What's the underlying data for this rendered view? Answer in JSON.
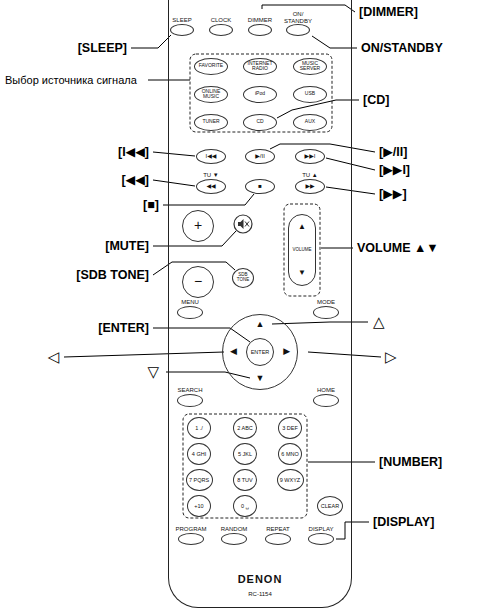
{
  "diagram": {
    "nodes": [
      {
        "text": [
          "DENON",
          "RC-1154"
        ]
      },
      {
        "text": [
          "SLEEP"
        ],
        "in": 0
      },
      {
        "text": [
          "CLOCK"
        ],
        "in": 0
      },
      {
        "text": [
          "DIMMER"
        ],
        "in": 0
      },
      {
        "text": [
          "ON/ STANDBY"
        ],
        "in": 0
      },
      {
        "text": [
          "FAVORITE"
        ],
        "in": 0
      },
      {
        "text": [
          "INTERNET RADIO"
        ],
        "in": 0
      },
      {
        "text": [
          "MUSIC SERVER"
        ],
        "in": 0
      },
      {
        "text": [
          "ONLINE MUSIC"
        ],
        "in": 0
      },
      {
        "text": [
          "iPod"
        ],
        "in": 0
      },
      {
        "text": [
          "USB"
        ],
        "in": 0
      },
      {
        "text": [
          "TUNER"
        ],
        "in": 0
      },
      {
        "text": [
          "CD"
        ],
        "in": 0
      },
      {
        "text": [
          "AUX"
        ],
        "in": 0
      },
      {
        "text": [
          "I◀◀"
        ],
        "in": 0
      },
      {
        "text": [
          "▶/II"
        ],
        "in": 0
      },
      {
        "text": [
          "▶▶I"
        ],
        "in": 0
      },
      {
        "text": [
          "TU ▼",
          "◀◀"
        ],
        "in": 0
      },
      {
        "text": [
          "■"
        ],
        "in": 0
      },
      {
        "text": [
          "TU ▲",
          "▶▶"
        ],
        "in": 0
      },
      {
        "text": [
          "+"
        ],
        "in": 0
      },
      {
        "text": [
          "−"
        ],
        "in": 0
      },
      {
        "text": [
          "SDB TONE"
        ],
        "in": 0
      },
      {
        "text": [
          "▲",
          "VOLUME",
          "▼"
        ],
        "in": 0
      },
      {
        "text": [
          "MENU"
        ],
        "in": 0
      },
      {
        "text": [
          "MODE"
        ],
        "in": 0
      },
      {
        "text": [
          "▲",
          "◀",
          "▶",
          "▼"
        ],
        "in": 0
      },
      {
        "text": [
          "ENTER"
        ],
        "in": 26
      },
      {
        "text": [
          "SEARCH"
        ],
        "in": 0
      },
      {
        "text": [
          "HOME"
        ],
        "in": 0
      },
      {
        "text": [
          "1 ./"
        ],
        "in": 0
      },
      {
        "text": [
          "2 ABC"
        ],
        "in": 0
      },
      {
        "text": [
          "3 DEF"
        ],
        "in": 0
      },
      {
        "text": [
          "4 GHI"
        ],
        "in": 0
      },
      {
        "text": [
          "5 JKL"
        ],
        "in": 0
      },
      {
        "text": [
          "6 MNO"
        ],
        "in": 0
      },
      {
        "text": [
          "7 PQRS"
        ],
        "in": 0
      },
      {
        "text": [
          "8 TUV"
        ],
        "in": 0
      },
      {
        "text": [
          "9 WXYZ"
        ],
        "in": 0
      },
      {
        "text": [
          "+10"
        ],
        "in": 0
      },
      {
        "text": [
          "0 ␣"
        ],
        "in": 0
      },
      {
        "text": [
          "CLEAR"
        ],
        "in": 0
      },
      {
        "text": [
          "PROGRAM"
        ],
        "in": 0
      },
      {
        "text": [
          "RANDOM"
        ],
        "in": 0
      },
      {
        "text": [
          "REPEAT"
        ],
        "in": 0
      },
      {
        "text": [
          "DISPLAY"
        ],
        "in": 0
      }
    ],
    "labels": [
      "[DIMMER]",
      "[SLEEP]",
      "ON/STANDBY",
      "Выбор источника сигнала",
      "[CD]",
      "[▶/II]",
      "[I◀◀]",
      "[▶▶I]",
      "[◀◀]",
      "[▶▶]",
      "[■]",
      "[MUTE]",
      "VOLUME ▲▼",
      "[SDB TONE]",
      "△",
      "[ENTER]",
      "◁",
      "▷",
      "▽",
      "[NUMBER]",
      "[DISPLAY]"
    ]
  }
}
